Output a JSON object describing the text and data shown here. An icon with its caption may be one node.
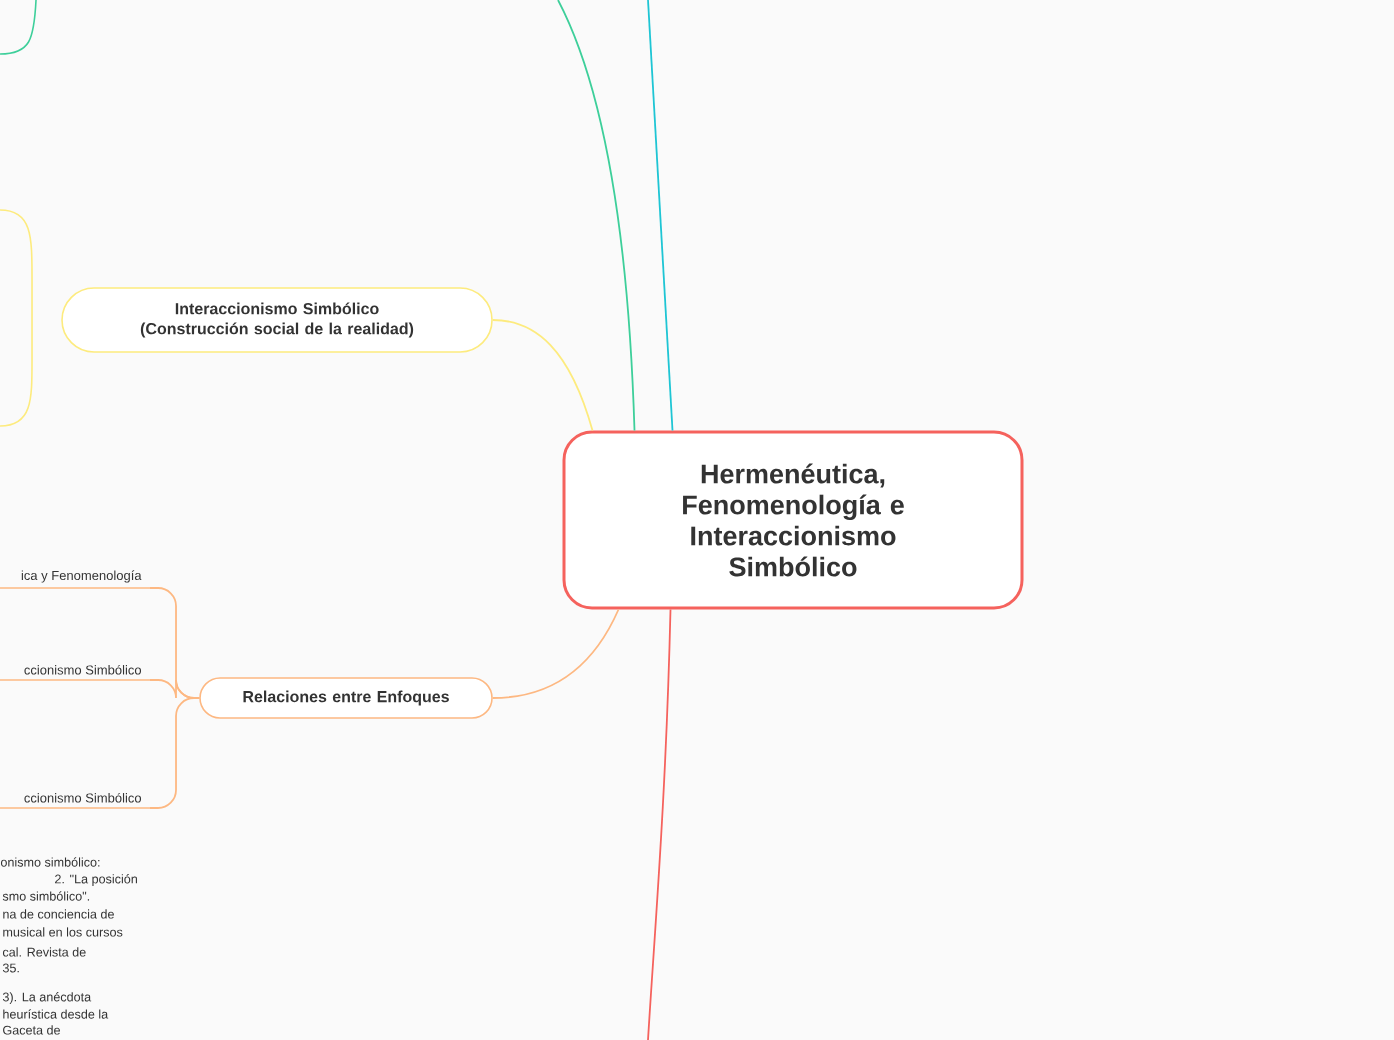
{
  "diagram": {
    "nodes": [
      {
        "text": [
          "Hermenéutica, Fenomenología e Interaccionismo Simbólico"
        ]
      },
      {
        "text": [
          "Interaccionismo Simbólico (Construcción social de la realidad)"
        ]
      },
      {
        "text": [
          "Relaciones entre Enfoques"
        ]
      },
      {
        "text": [
          "ica y Fenomenología"
        ]
      },
      {
        "text": [
          "ccionismo Simbólico"
        ]
      },
      {
        "text": [
          "ccionismo Simbólico"
        ]
      }
    ],
    "edges": [
      {
        "from": 0,
        "to": null,
        "arrow": "none",
        "color": "#3dcf9a"
      },
      {
        "from": 0,
        "to": null,
        "arrow": "none",
        "color": "#1ec5d4"
      },
      {
        "from": 0,
        "to": 1,
        "arrow": "none",
        "color": "#fdeb7e"
      },
      {
        "from": 0,
        "to": 2,
        "arrow": "none",
        "color": "#fdb882"
      },
      {
        "from": 0,
        "to": null,
        "arrow": "none",
        "color": "#f5625d"
      },
      {
        "from": 2,
        "to": 3,
        "arrow": "none",
        "color": "#fdb882"
      },
      {
        "from": 2,
        "to": 4,
        "arrow": "none",
        "color": "#fdb882"
      },
      {
        "from": 2,
        "to": 5,
        "arrow": "none",
        "color": "#fdb882"
      }
    ],
    "labels": [
      "onismo simbólico:",
      "2. \"La posición",
      "smo simbólico\".",
      "na de conciencia de",
      "musical en los cursos",
      "cal. Revista de",
      "35.",
      "3). La anécdota",
      "heurística desde la",
      "Gaceta de"
    ]
  }
}
